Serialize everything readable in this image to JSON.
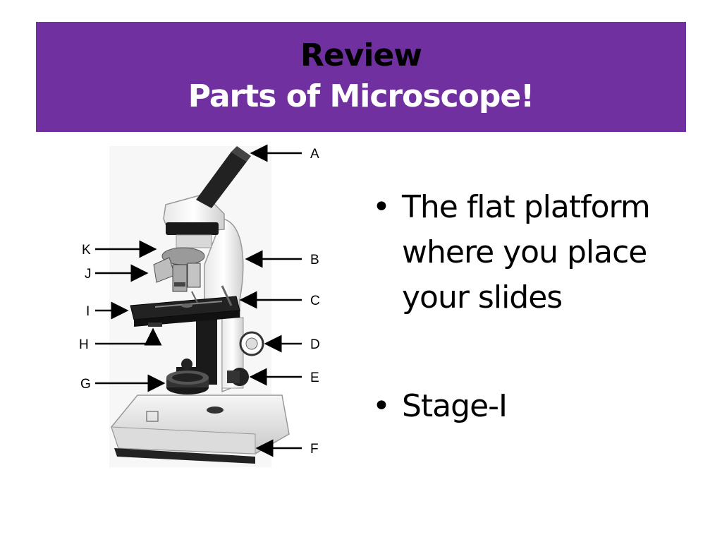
{
  "title": {
    "line1": "Review",
    "line2": "Parts of Microscope!"
  },
  "bullets": [
    "The flat platform where you place your slides",
    "Stage-I"
  ],
  "figure": {
    "labels": {
      "A": "A",
      "B": "B",
      "C": "C",
      "D": "D",
      "E": "E",
      "F": "F",
      "G": "G",
      "H": "H",
      "I": "I",
      "J": "J",
      "K": "K"
    }
  },
  "colors": {
    "banner": "#7030a0",
    "title_line1": "#000000",
    "title_line2": "#ffffff"
  }
}
